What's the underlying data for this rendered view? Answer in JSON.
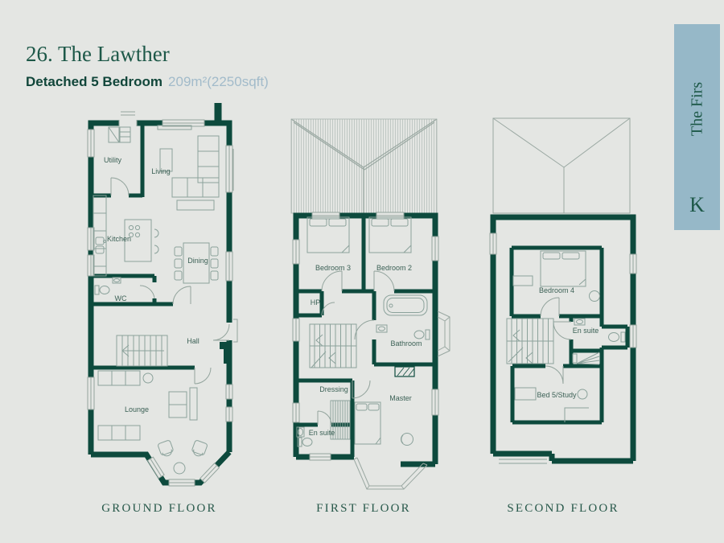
{
  "header": {
    "title": "26. The Lawther",
    "type": "Detached 5 Bedroom",
    "area": "209m²(2250sqft)"
  },
  "sidebar": {
    "development": "The Firs",
    "block_letter": "K"
  },
  "floors": [
    {
      "caption": "GROUND FLOOR",
      "rooms": [
        "Utility",
        "Living",
        "Kitchen",
        "Dining",
        "WC",
        "Hall",
        "Lounge"
      ]
    },
    {
      "caption": "FIRST FLOOR",
      "rooms": [
        "Bedroom 3",
        "Bedroom 2",
        "HP",
        "Bathroom",
        "Dressing",
        "En suite",
        "Master"
      ]
    },
    {
      "caption": "SECOND FLOOR",
      "rooms": [
        "Bedroom 4",
        "En suite",
        "Bed 5/Study"
      ]
    }
  ],
  "colors": {
    "background": "#e4e6e3",
    "wall": "#0d4a3d",
    "accent_panel": "#96b8c8",
    "heading": "#1d5848",
    "area_text": "#a2bbca",
    "thin_line": "#93a49d"
  }
}
